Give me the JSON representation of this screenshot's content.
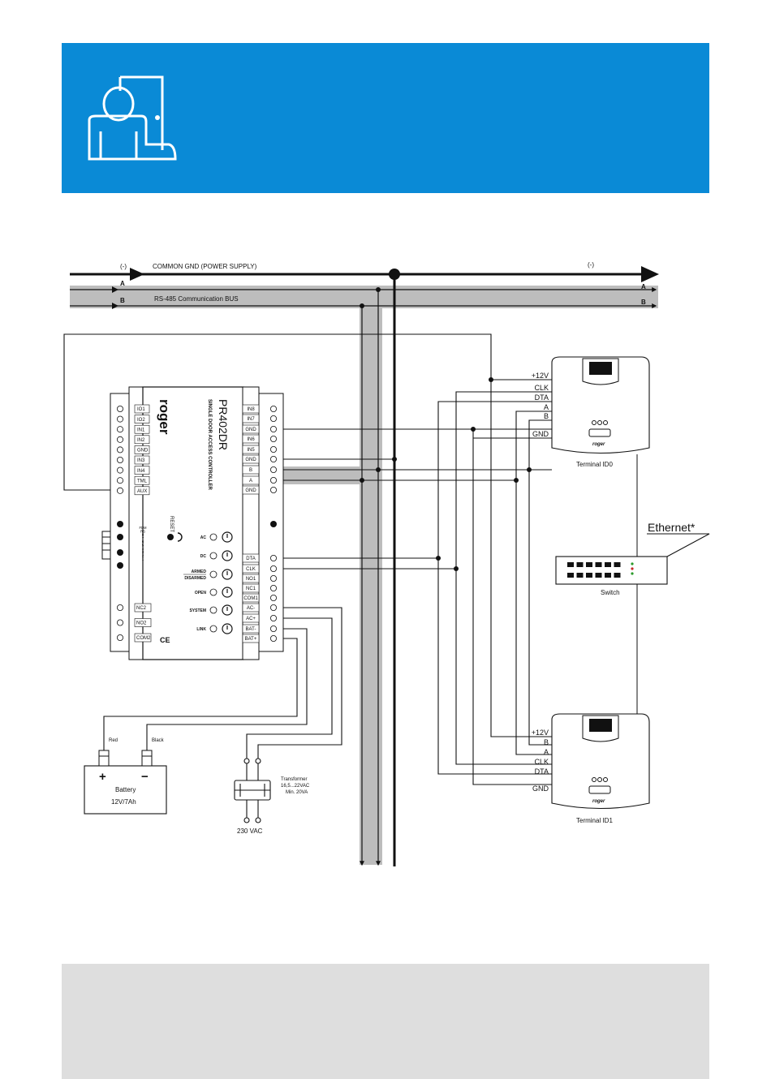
{
  "bus": {
    "gnd_label": "COMMON GND (POWER SUPPLY)",
    "gnd_neg_left": "(-)",
    "gnd_neg_right": "(-)",
    "rs485_label": "RS-485 Communication BUS",
    "line_a": "A",
    "line_b": "B"
  },
  "controller": {
    "brand": "roger",
    "model": "PR402DR",
    "subtitle": "SINGLE DOOR ACCESS CONTROLLER",
    "reset_label": "RESET",
    "left_terminals": [
      "IO1",
      "IO2",
      "IN1",
      "IN2",
      "GND",
      "IN3",
      "IN4",
      "TML",
      "AUX"
    ],
    "left_terminals_bottom": [
      "NC2",
      "NO2",
      "COM2"
    ],
    "dip_labels": [
      "FDM",
      "RS",
      "8",
      "7",
      "6",
      "5",
      "4",
      "3",
      "2",
      "1"
    ],
    "right_terminals": [
      "IN8",
      "IN7",
      "GND",
      "IN6",
      "IN5",
      "GND",
      "B",
      "A",
      "GND",
      "DTA",
      "CLK",
      "NO1",
      "NC1",
      "COM1",
      "AC-",
      "AC+",
      "BAT-",
      "BAT+"
    ],
    "indicators": [
      "AC",
      "DC",
      "ARMED",
      "DISARMED",
      "OPEN",
      "SYSTEM",
      "LINK"
    ],
    "ce_mark": "CE"
  },
  "terminal_id0": {
    "name": "Terminal ID0",
    "brand": "roger",
    "wires": [
      "+12V",
      "CLK",
      "DTA",
      "A",
      "B",
      "GND"
    ]
  },
  "terminal_id1": {
    "name": "Terminal ID1",
    "brand": "roger",
    "wires": [
      "+12V",
      "B",
      "A",
      "CLK",
      "DTA",
      "GND"
    ]
  },
  "switch": {
    "name": "Switch",
    "ethernet_label": "Ethernet*"
  },
  "battery": {
    "name": "Battery",
    "spec": "12V/7Ah",
    "red_label": "Red",
    "black_label": "Black",
    "plus": "+",
    "minus": "−"
  },
  "transformer": {
    "name": "Transformer",
    "voltage": "16,5...22VAC",
    "power": "Min. 20VA",
    "mains": "230 VAC"
  }
}
